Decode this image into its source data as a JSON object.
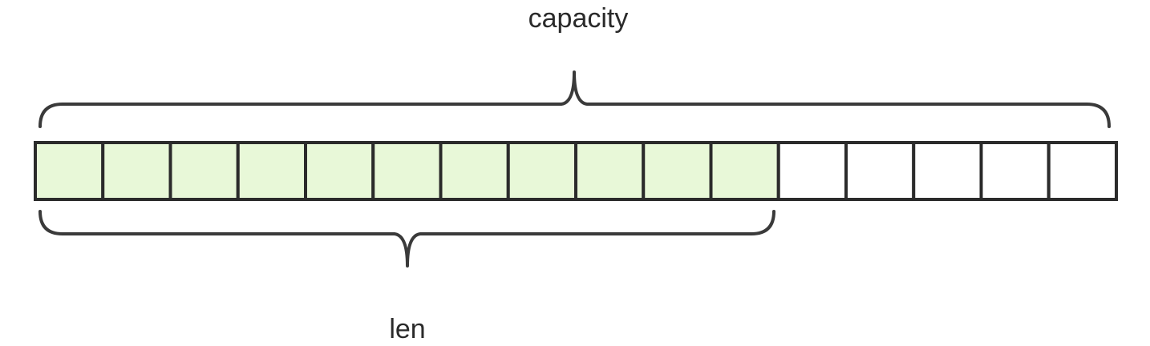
{
  "labels": {
    "capacity": "capacity",
    "len": "len"
  },
  "slice": {
    "capacity": 16,
    "len": 11
  },
  "colors": {
    "filled": "#e8f8d8",
    "empty": "#ffffff",
    "stroke": "#2b2b2b"
  }
}
